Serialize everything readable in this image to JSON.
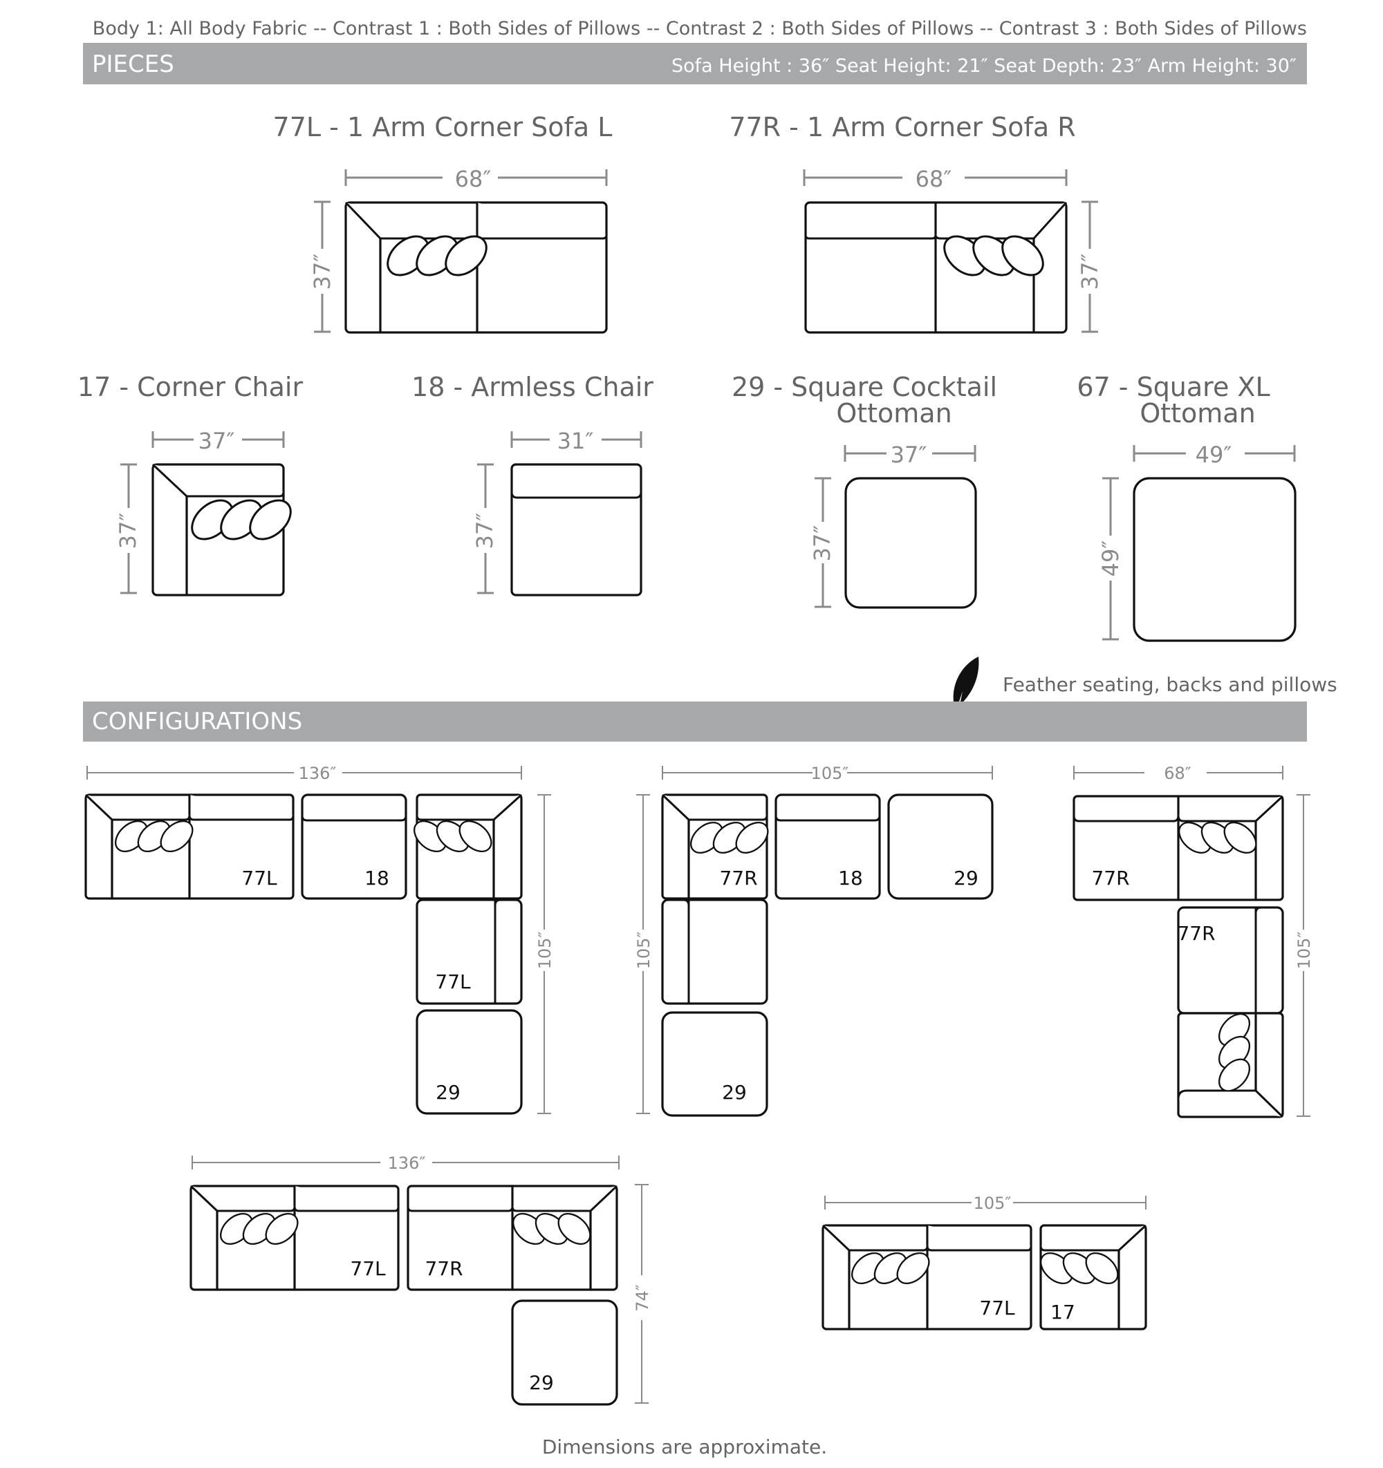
{
  "fabric_note": "Body 1: All Body Fabric -- Contrast 1 : Both Sides of Pillows -- Contrast 2 : Both Sides of Pillows -- Contrast 3 : Both Sides of Pillows",
  "pieces_header": {
    "title": "PIECES",
    "measurements": "Sofa Height : 36″   Seat Height: 21″   Seat Depth: 23″   Arm Height: 30″"
  },
  "pieces": [
    {
      "code": "77L",
      "title": "77L - 1 Arm Corner Sofa L",
      "width": "68″",
      "depth": "37″"
    },
    {
      "code": "77R",
      "title": "77R - 1 Arm Corner Sofa R",
      "width": "68″",
      "depth": "37″"
    },
    {
      "code": "17",
      "title": "17 - Corner Chair",
      "width": "37″",
      "depth": "37″"
    },
    {
      "code": "18",
      "title": "18 - Armless Chair",
      "width": "31″",
      "depth": "37″"
    },
    {
      "code": "29",
      "title_lines": [
        "29 - Square Cocktail",
        "Ottoman"
      ],
      "width": "37″",
      "depth": "37″"
    },
    {
      "code": "67",
      "title_lines": [
        "67 - Square XL",
        "Ottoman"
      ],
      "width": "49″",
      "depth": "49″"
    }
  ],
  "feather_note": "Feather seating, backs and pillows",
  "icons": {
    "feather": "feather-icon"
  },
  "configurations_header": {
    "title": "CONFIGURATIONS"
  },
  "configurations": [
    {
      "width": "136″",
      "depth": "105″",
      "labels": [
        "77L",
        "18",
        "77L",
        "29"
      ]
    },
    {
      "width": "105″",
      "depth": "105″",
      "labels": [
        "77R",
        "18",
        "29",
        "29"
      ]
    },
    {
      "width": "68″",
      "depth": "105″",
      "labels": [
        "77R",
        "77R"
      ]
    },
    {
      "width": "136″",
      "depth": "74″",
      "labels": [
        "77L",
        "77R",
        "29"
      ]
    },
    {
      "width": "105″",
      "labels": [
        "77L",
        "17"
      ]
    }
  ],
  "footer_note": "Dimensions are approximate.",
  "colors": {
    "header_bar": "#a7a8aa",
    "text_gray": "#636466",
    "dimension_gray": "#8a8a8a",
    "line": "#111111"
  }
}
